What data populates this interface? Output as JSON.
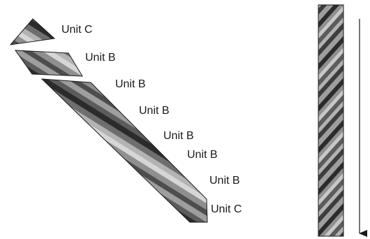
{
  "labels": {
    "unit_c_top": "Unit C",
    "unit_b_1": "Unit B",
    "unit_b_2": "Unit B",
    "unit_b_3": "Unit B",
    "unit_b_4": "Unit B",
    "unit_b_5": "Unit B",
    "unit_b_6": "Unit B",
    "unit_c_bottom": "Unit C"
  },
  "colors": {
    "stripe_palette": [
      "#2b2b2b",
      "#4d4d4d",
      "#6e6e6e",
      "#8f8f8f",
      "#b3b3b3",
      "#d6d6d6",
      "#9e9e9e",
      "#5c5c5c"
    ],
    "outline": "#1a1a1a",
    "text": "#1a1a1a"
  },
  "arrow_direction": "down"
}
